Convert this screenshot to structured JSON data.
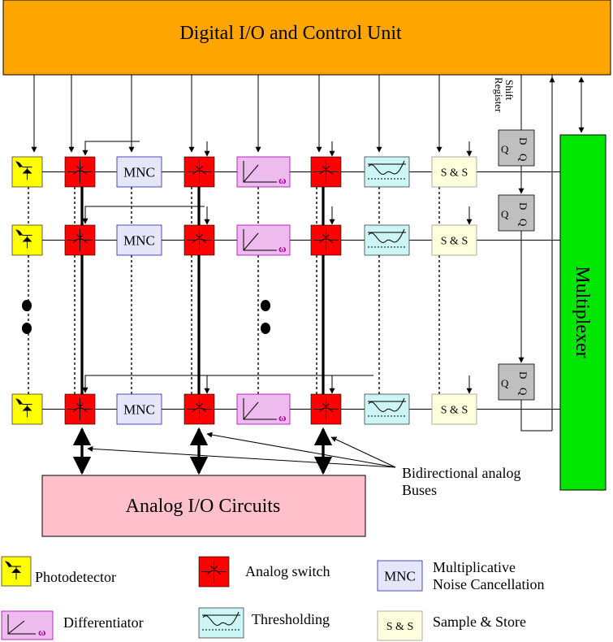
{
  "control_unit": {
    "label": "Digital I/O and Control Unit"
  },
  "shift_register": {
    "label_line1": "Shift",
    "label_line2": "Register"
  },
  "multiplexer": {
    "label": "Multiplexer"
  },
  "analog_io": {
    "label": "Analog I/O Circuits"
  },
  "annotation": {
    "line1": "Bidirectional analog",
    "line2": "Buses"
  },
  "blocks": {
    "mnc": "MNC",
    "ss": "S & S"
  },
  "dq": {
    "q": "Q",
    "d": "D",
    "q2": "Q"
  },
  "differentiator": {
    "omega": "ω"
  },
  "legend": {
    "photodetector": "Photodetector",
    "analog_switch": "Analog switch",
    "mnc_box": "MNC",
    "mnc_line1": "Multiplicative",
    "mnc_line2": "Noise Cancellation",
    "differentiator": "Differentiator",
    "omega": "ω",
    "thresholding": "Thresholding",
    "ss_box": "S & S",
    "sample_store": "Sample & Store"
  },
  "colors": {
    "control_unit": "#ffa500",
    "photodetector": "#ffff00",
    "analog_switch": "#ff0000",
    "mnc": "#e6e6fa",
    "differentiator": "#eebbee",
    "thresholding": "#ccf5f5",
    "sample_store": "#ffffdd",
    "shift_register": "#bfbfbf",
    "multiplexer": "#00e600",
    "analog_io": "#ffc0cb",
    "omega": "#aa00aa"
  }
}
